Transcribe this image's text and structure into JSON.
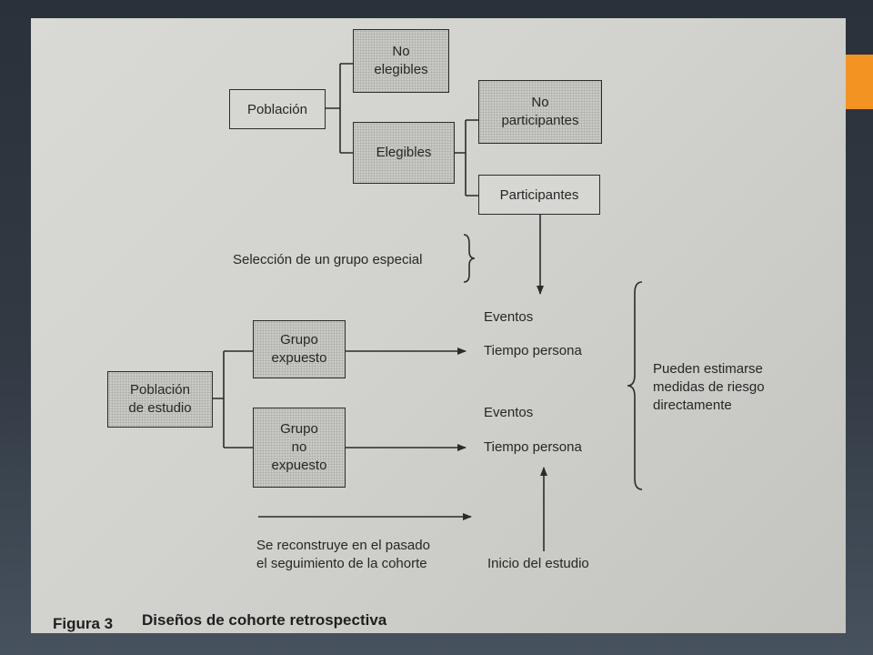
{
  "diagram": {
    "boxes": {
      "poblacion": "Población",
      "no_elegibles": "No\nelegibles",
      "elegibles": "Elegibles",
      "no_participantes": "No\nparticipantes",
      "participantes": "Participantes",
      "poblacion_estudio": "Población\nde estudio",
      "grupo_expuesto": "Grupo\nexpuesto",
      "grupo_no_expuesto": "Grupo\nno\nexpuesto"
    },
    "labels": {
      "seleccion": "Selección de un grupo especial",
      "eventos_1": "Eventos",
      "tiempo_1": "Tiempo persona",
      "eventos_2": "Eventos",
      "tiempo_2": "Tiempo persona",
      "pueden": "Pueden estimarse\nmedidas de riesgo\ndirectamente",
      "reconstruye": "Se reconstruye en el pasado\nel seguimiento de la cohorte",
      "inicio": "Inicio del estudio"
    },
    "caption": {
      "number": "Figura 3",
      "title": "Diseños de cohorte retrospectiva"
    }
  },
  "colors": {
    "accent": "#f39321",
    "background": "#2a313a",
    "paper": "#d6d6d2",
    "ink": "#262626"
  }
}
